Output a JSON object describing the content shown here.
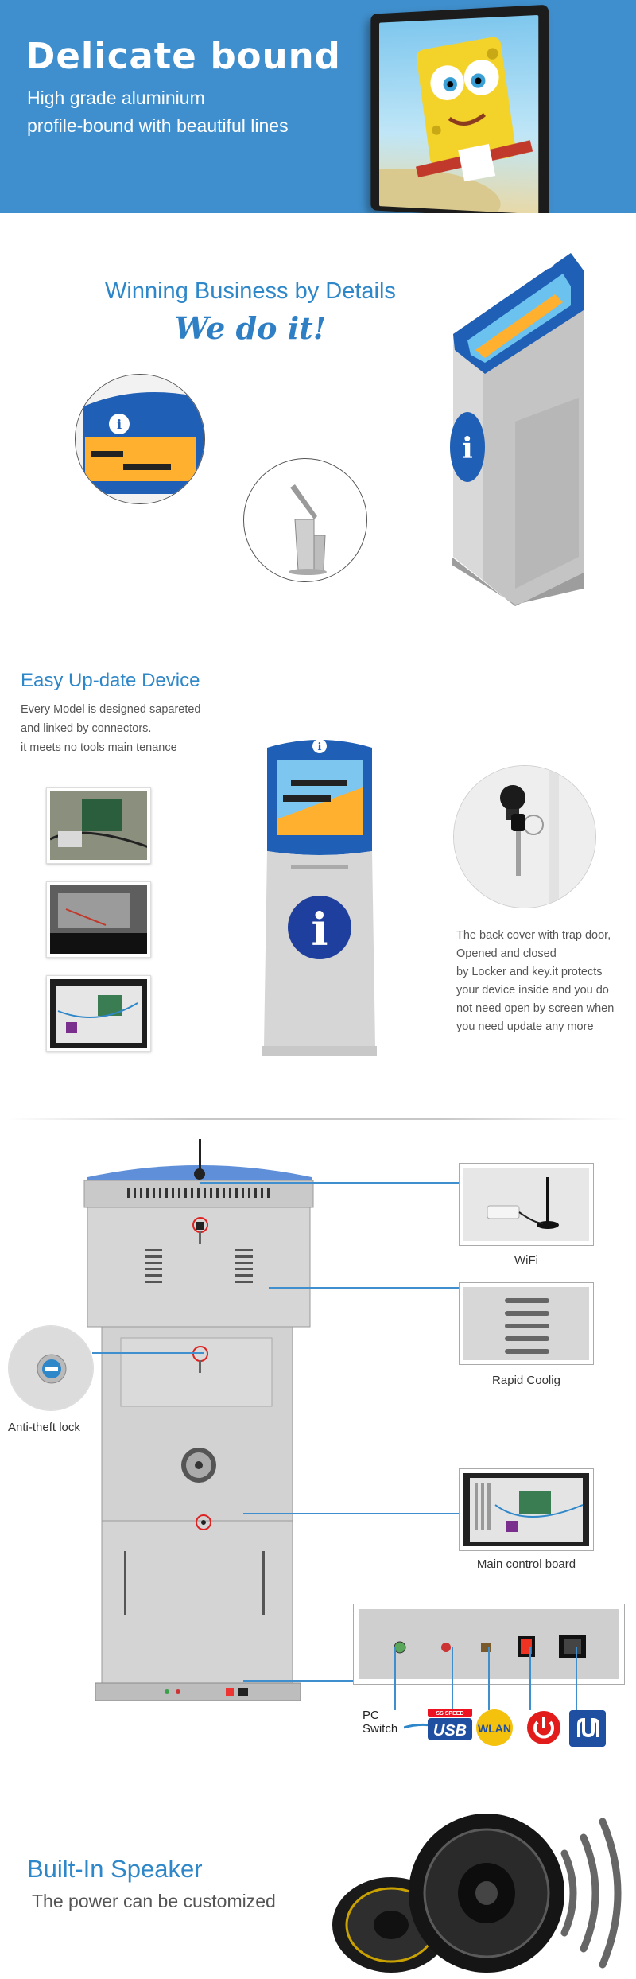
{
  "banner": {
    "title": "Delicate bound",
    "subtitle_lines": [
      "High grade aluminium",
      "profile-bound with beautiful lines"
    ]
  },
  "details": {
    "title": "Winning Business by Details",
    "subtitle": "We do it!"
  },
  "update": {
    "title": "Easy Up-date Device",
    "description_lines": [
      "Every Model is designed sapareted",
      "and linked by connectors.",
      "it meets no tools main tenance"
    ],
    "back_cover_lines": [
      "The back cover with trap door,",
      "Opened and closed",
      "by Locker and key.it protects",
      "your device inside and you do",
      "not need open by screen when",
      "you need update any more"
    ]
  },
  "parts": {
    "wifi_label": "WiFi",
    "cooling_label": "Rapid Coolig",
    "lock_label": "Anti-theft lock",
    "board_label": "Main control board",
    "pc_switch_label": [
      "PC",
      "Switch"
    ],
    "usb_badge_top": "SS SPEED",
    "usb_badge": "USB",
    "wlan_badge": "WLAN"
  },
  "speaker": {
    "title": "Built-In Speaker",
    "subtitle": "The power can be customized"
  },
  "colors": {
    "brand_blue": "#3f8fce",
    "title_blue": "#2e87c8",
    "kiosk_blue": "#1f5fb5"
  }
}
